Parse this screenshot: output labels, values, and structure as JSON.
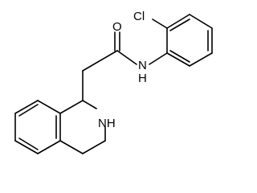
{
  "structure": {
    "atoms": {
      "oxygen": "O",
      "chlorine": "Cl",
      "amide_nh": "N\nH",
      "ring_nh": "NH"
    },
    "colors": {
      "bond": "#000000",
      "label": "#000000",
      "background": "#ffffff"
    }
  }
}
